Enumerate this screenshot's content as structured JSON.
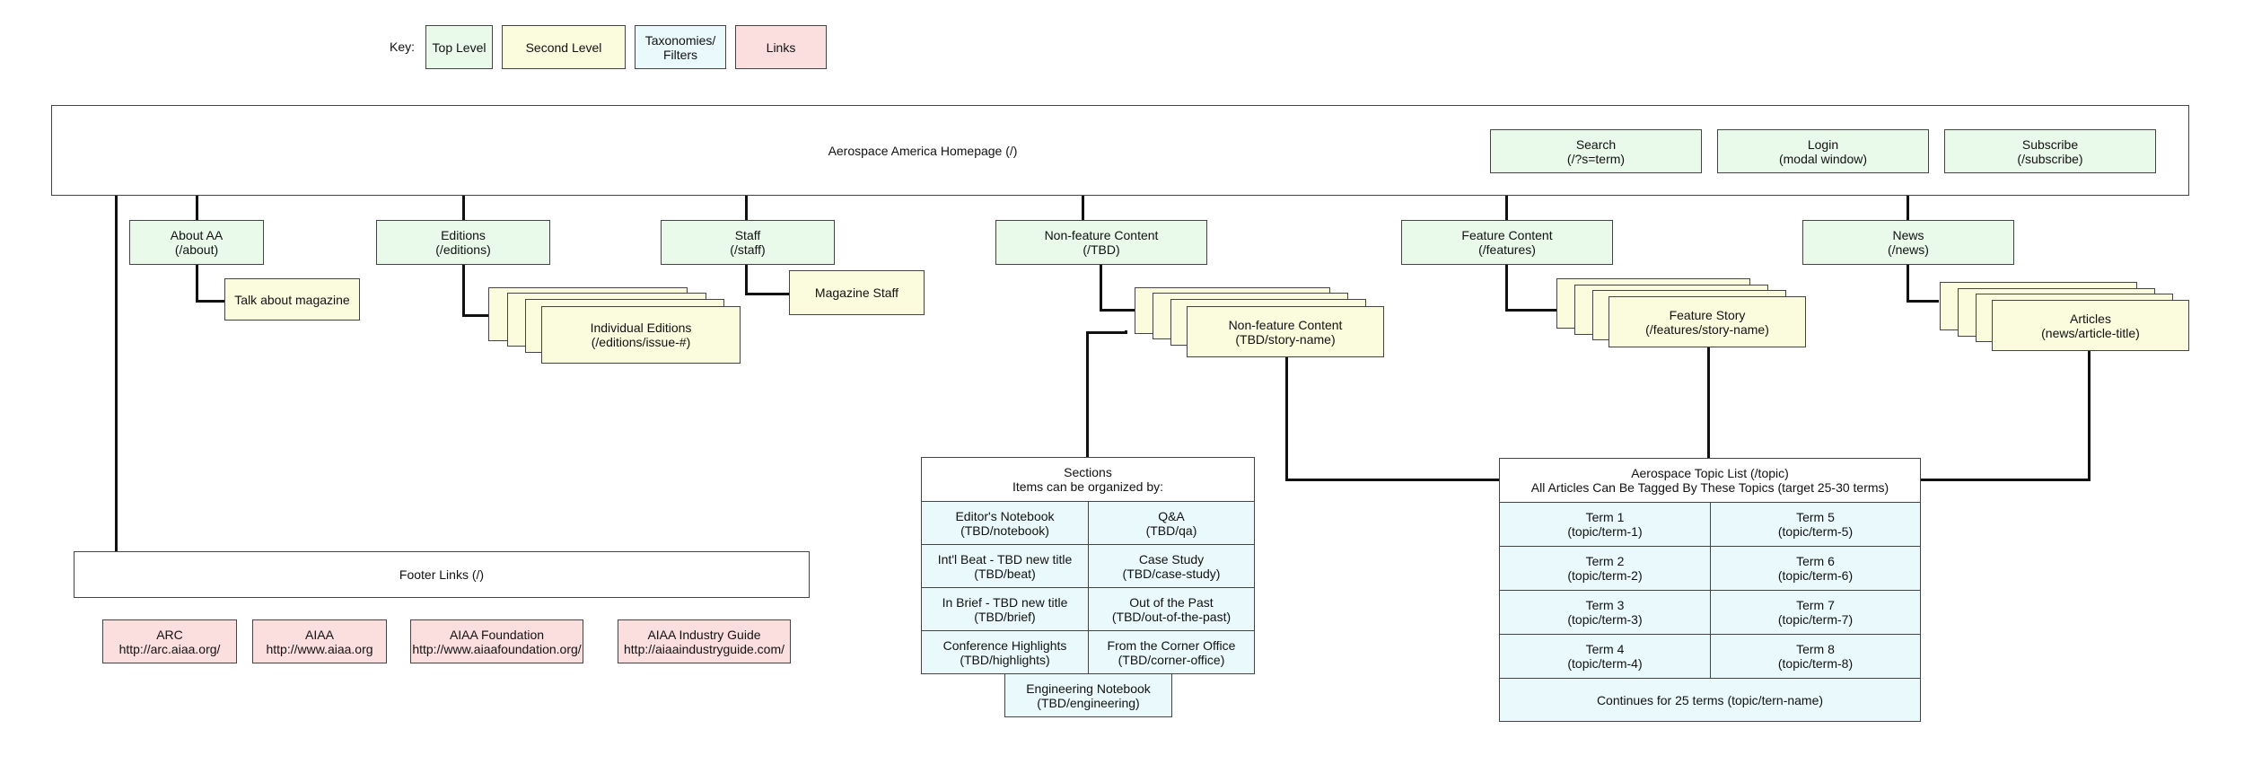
{
  "key": {
    "label": "Key:",
    "top_level": "Top Level",
    "second_level": "Second Level",
    "taxonomies_line1": "Taxonomies/",
    "taxonomies_line2": "Filters",
    "links": "Links"
  },
  "colors": {
    "top_level": "#e9f9ea",
    "second_level": "#fbfbde",
    "taxonomies": "#eaf9fb",
    "links": "#fbdede"
  },
  "homepage": {
    "title": "Aerospace America Homepage (/)",
    "search": [
      "Search",
      "(/?s=term)"
    ],
    "login": [
      "Login",
      "(modal window)"
    ],
    "subscribe": [
      "Subscribe",
      "(/subscribe)"
    ]
  },
  "about": {
    "title": [
      "About AA",
      "(/about)"
    ],
    "child": "Talk about magazine"
  },
  "editions": {
    "title": [
      "Editions",
      "(/editions)"
    ],
    "child": [
      "Individual Editions",
      "(/editions/issue-#)"
    ]
  },
  "staff": {
    "title": [
      "Staff",
      "(/staff)"
    ],
    "child": "Magazine Staff"
  },
  "nonfeature": {
    "title": [
      "Non-feature Content",
      "(/TBD)"
    ],
    "child": [
      "Non-feature Content",
      "(TBD/story-name)"
    ]
  },
  "feature": {
    "title": [
      "Feature Content",
      "(/features)"
    ],
    "child": [
      "Feature Story",
      "(/features/story-name)"
    ]
  },
  "news": {
    "title": [
      "News",
      "(/news)"
    ],
    "child": [
      "Articles",
      "(news/article-title)"
    ]
  },
  "sections": {
    "header": [
      "Sections",
      "Items can be organized by:"
    ],
    "items": [
      [
        "Editor's Notebook",
        "(TBD/notebook)"
      ],
      [
        "Q&A",
        "(TBD/qa)"
      ],
      [
        "Int'l Beat - TBD new title",
        "(TBD/beat)"
      ],
      [
        "Case Study",
        "(TBD/case-study)"
      ],
      [
        "In Brief - TBD new title",
        "(TBD/brief)"
      ],
      [
        "Out of the Past",
        "(TBD/out-of-the-past)"
      ],
      [
        "Conference Highlights",
        "(TBD/highlights)"
      ],
      [
        "From the Corner Office",
        "(TBD/corner-office)"
      ]
    ],
    "last": [
      "Engineering Notebook",
      "(TBD/engineering)"
    ]
  },
  "topics": {
    "header": [
      "Aerospace Topic List (/topic)",
      "All Articles Can Be Tagged By These Topics (target 25-30 terms)"
    ],
    "items": [
      [
        "Term 1",
        "(topic/term-1)"
      ],
      [
        "Term 5",
        "(topic/term-5)"
      ],
      [
        "Term 2",
        "(topic/term-2)"
      ],
      [
        "Term 6",
        "(topic/term-6)"
      ],
      [
        "Term 3",
        "(topic/term-3)"
      ],
      [
        "Term 7",
        "(topic/term-7)"
      ],
      [
        "Term 4",
        "(topic/term-4)"
      ],
      [
        "Term 8",
        "(topic/term-8)"
      ]
    ],
    "footer": "Continues for 25 terms (topic/tern-name)"
  },
  "footer": {
    "title": "Footer Links (/)",
    "links": [
      [
        "ARC",
        "http://arc.aiaa.org/"
      ],
      [
        "AIAA",
        "http://www.aiaa.org"
      ],
      [
        "AIAA Foundation",
        "http://www.aiaafoundation.org/"
      ],
      [
        "AIAA Industry Guide",
        "http://aiaaindustryguide.com/"
      ]
    ]
  }
}
